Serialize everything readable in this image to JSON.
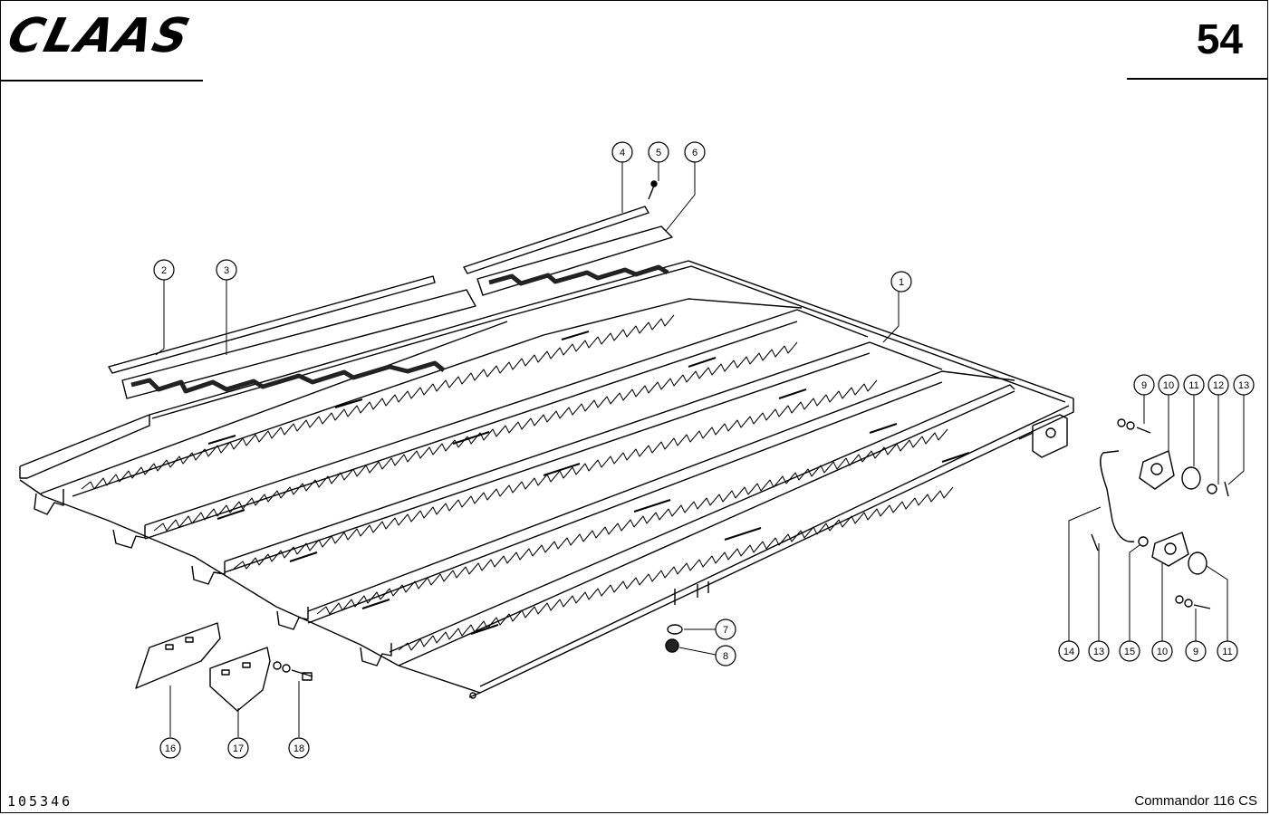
{
  "header": {
    "brand": "CLAAS",
    "page_number": "54"
  },
  "footer": {
    "drawing_number": "105346",
    "model": "Commandor 116 CS"
  },
  "callouts": [
    "1",
    "2",
    "3",
    "4",
    "5",
    "6",
    "7",
    "8",
    "9",
    "10",
    "11",
    "12",
    "13",
    "14",
    "13",
    "15",
    "10",
    "9",
    "11",
    "16",
    "17",
    "18"
  ]
}
